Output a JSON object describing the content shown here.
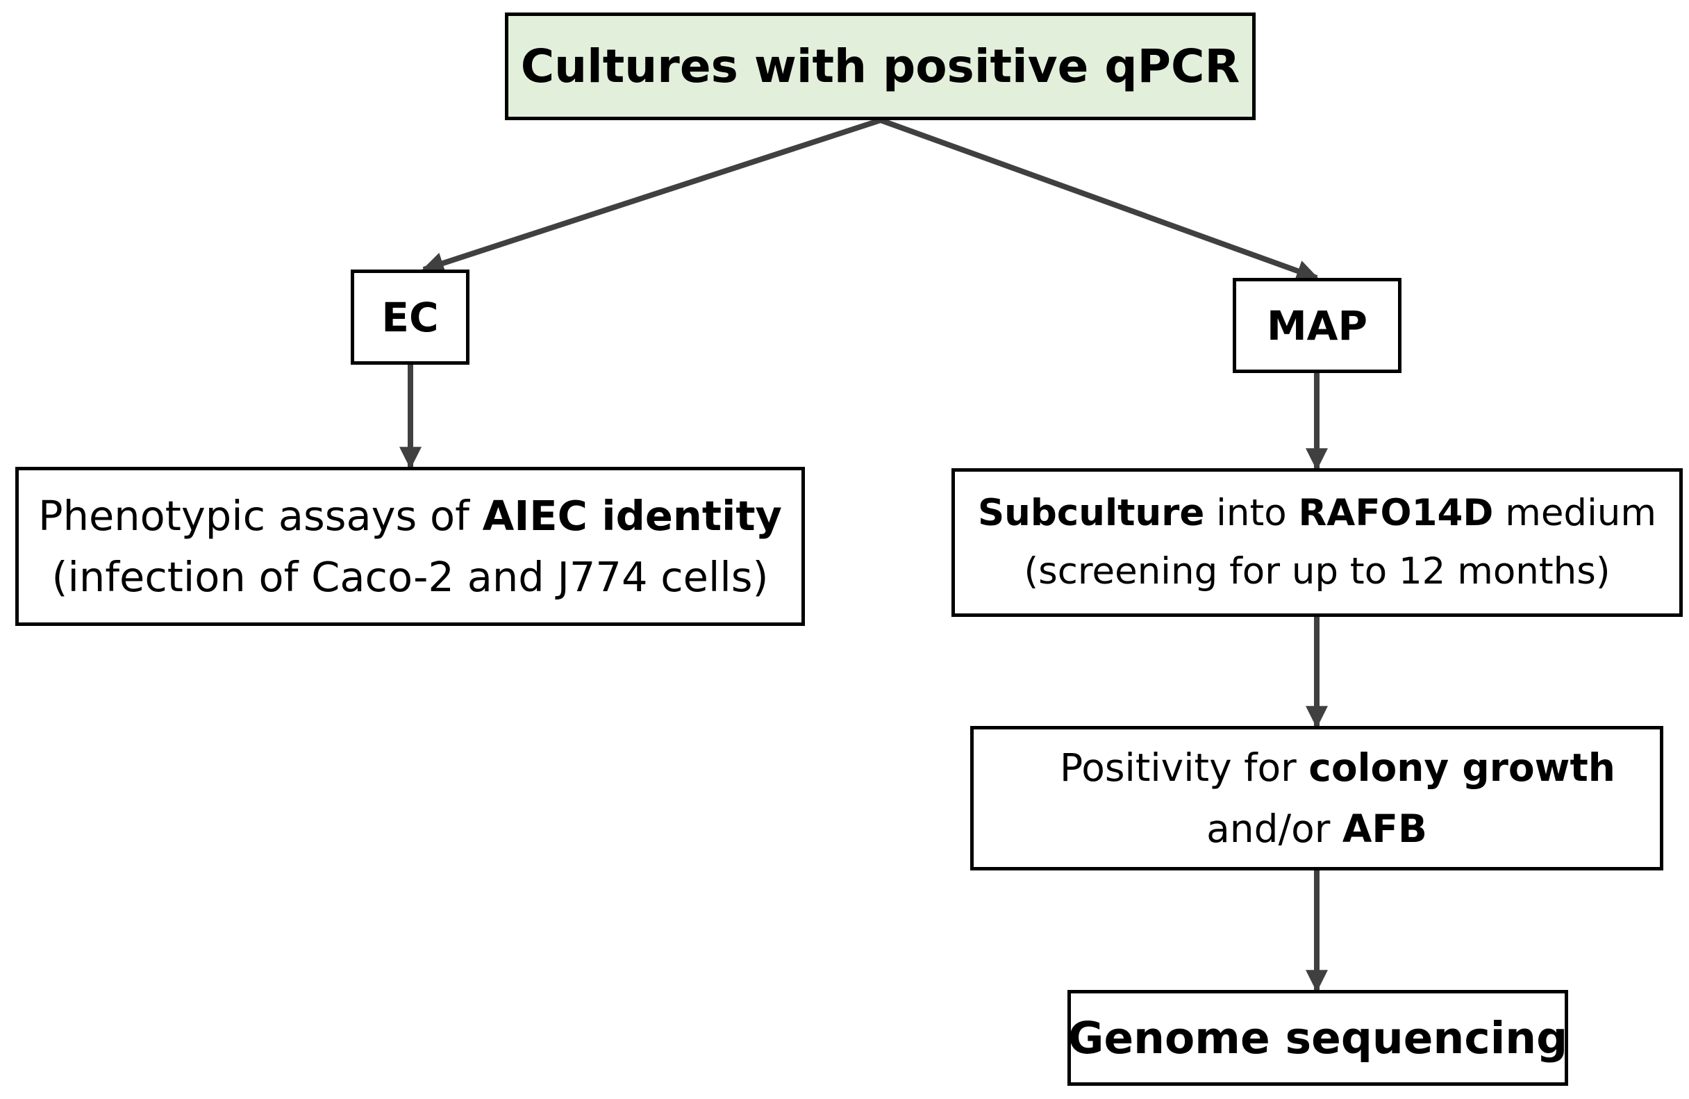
{
  "nodes": {
    "root": {
      "text": "Cultures with positive qPCR"
    },
    "ec": {
      "text": "EC"
    },
    "map": {
      "text": "MAP"
    },
    "phenotypic": {
      "line1": {
        "pre": "Phenotypic assays of ",
        "bold": "AIEC identity"
      },
      "line2": "(infection of Caco-2 and J774 cells)"
    },
    "subculture": {
      "line1": {
        "bold1": "Subculture",
        "mid": " into ",
        "bold2": "RAFO14D",
        "post": " medium"
      },
      "line2": "(screening for up to 12 months)"
    },
    "positivity": {
      "line1": {
        "pre": "Positivity for ",
        "bold": "colony growth"
      },
      "line2": {
        "pre": "and/or ",
        "bold": "AFB"
      }
    },
    "genome": {
      "text": "Genome sequencing"
    }
  },
  "colors": {
    "root_fill": "#e2efda",
    "box_border": "#000000",
    "connector": "#404040"
  }
}
